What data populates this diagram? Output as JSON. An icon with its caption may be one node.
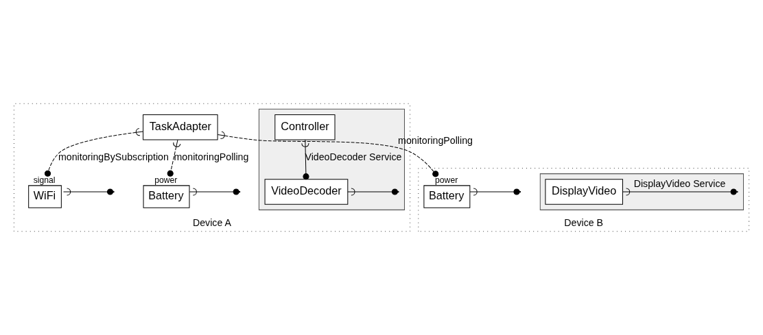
{
  "diagram": {
    "nodes": [
      {
        "text": [
          "Device A"
        ]
      },
      {
        "text": [],
        "shape": "box",
        "in": 0
      },
      {
        "text": [
          "Controller"
        ],
        "in": 1
      },
      {
        "text": [
          "VideoDecoder"
        ],
        "in": 1
      },
      {
        "text": [
          "TaskAdapter"
        ],
        "in": 0
      },
      {
        "text": [
          "WiFi"
        ],
        "in": 0,
        "beside": [
          "signal"
        ]
      },
      {
        "text": [
          "Battery"
        ],
        "in": 0,
        "beside": [
          "power"
        ]
      },
      {
        "text": [
          "Device B"
        ]
      },
      {
        "text": [],
        "shape": "box",
        "in": 7
      },
      {
        "text": [
          "DisplayVideo"
        ],
        "in": 8
      },
      {
        "text": [
          "Battery"
        ],
        "in": 7,
        "beside": [
          "power"
        ]
      }
    ],
    "edges": [
      {
        "from": 2,
        "to": 3,
        "arrow": "other",
        "label": "VideoDecoder Service"
      },
      {
        "from": 3,
        "to": null,
        "arrow": "other"
      },
      {
        "from": 9,
        "to": null,
        "arrow": "other",
        "label": "DisplayVideo Service"
      },
      {
        "from": 4,
        "to": 5,
        "arrow": "other",
        "style": "dashed",
        "label": "monitoringBySubscription"
      },
      {
        "from": 4,
        "to": 6,
        "arrow": "other",
        "style": "dashed",
        "label": "monitoringPolling"
      },
      {
        "from": 4,
        "to": 10,
        "arrow": "other",
        "style": "dashed",
        "label": "monitoringPolling"
      },
      {
        "from": 5,
        "to": null,
        "arrow": "other"
      },
      {
        "from": 6,
        "to": null,
        "arrow": "other"
      },
      {
        "from": 10,
        "to": null,
        "arrow": "other"
      }
    ]
  }
}
